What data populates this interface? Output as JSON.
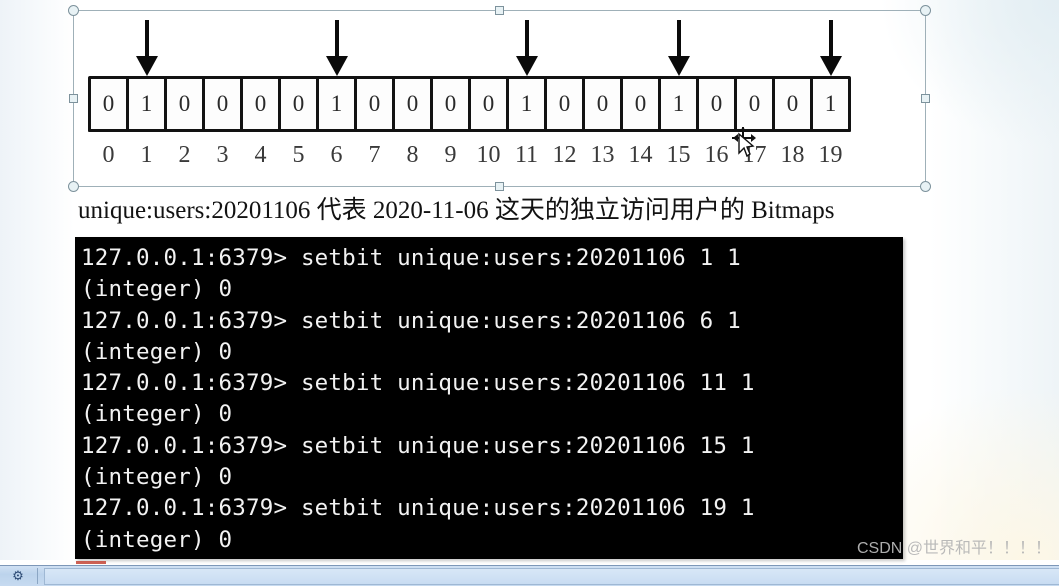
{
  "selection": {
    "handles": [
      {
        "name": "handle-top-left",
        "shape": "circle"
      },
      {
        "name": "handle-top-center",
        "shape": "square"
      },
      {
        "name": "handle-top-right",
        "shape": "circle"
      },
      {
        "name": "handle-middle-left",
        "shape": "square"
      },
      {
        "name": "handle-middle-right",
        "shape": "square"
      },
      {
        "name": "handle-bottom-left",
        "shape": "circle"
      },
      {
        "name": "handle-bottom-center",
        "shape": "square"
      },
      {
        "name": "handle-bottom-right",
        "shape": "circle"
      }
    ]
  },
  "bitmap": {
    "indices": [
      0,
      1,
      2,
      3,
      4,
      5,
      6,
      7,
      8,
      9,
      10,
      11,
      12,
      13,
      14,
      15,
      16,
      17,
      18,
      19
    ],
    "bits": [
      "0",
      "1",
      "0",
      "0",
      "0",
      "0",
      "1",
      "0",
      "0",
      "0",
      "0",
      "1",
      "0",
      "0",
      "0",
      "1",
      "0",
      "0",
      "0",
      "1"
    ],
    "marked_indices": [
      1,
      6,
      11,
      15,
      19
    ],
    "arrow_icon": "down-arrow-icon",
    "cursor_icon": "move-cursor-icon",
    "colors": {
      "cell_border": "#121212",
      "cell_fill": "#fdfdfd",
      "arrow": "#0a0a0a",
      "index_text": "#3a3a3a"
    }
  },
  "caption": {
    "text": "unique:users:20201106 代表 2020-11-06 这天的独立访问用户的 Bitmaps"
  },
  "terminal": {
    "background": "#000000",
    "foreground": "#f2f2f2",
    "lines": [
      "127.0.0.1:6379> setbit unique:users:20201106 1 1",
      "(integer) 0",
      "127.0.0.1:6379> setbit unique:users:20201106 6 1",
      "(integer) 0",
      "127.0.0.1:6379> setbit unique:users:20201106 11 1",
      "(integer) 0",
      "127.0.0.1:6379> setbit unique:users:20201106 15 1",
      "(integer) 0",
      "127.0.0.1:6379> setbit unique:users:20201106 19 1",
      "(integer) 0"
    ]
  },
  "watermark": {
    "text": "CSDN @世界和平！！！！"
  },
  "taskbar": {
    "start_icon": "windows-start-icon"
  }
}
